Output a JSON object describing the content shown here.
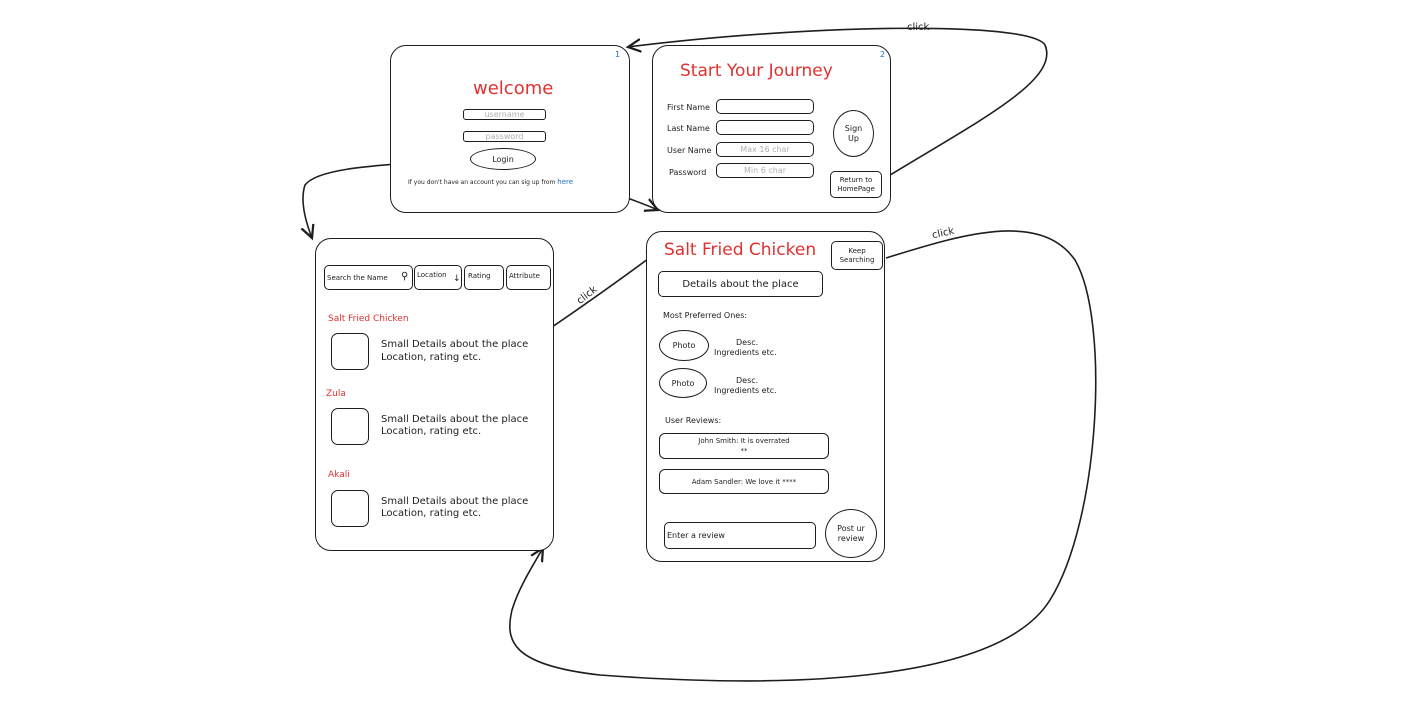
{
  "screens": {
    "login": {
      "number": "1",
      "title": "welcome",
      "username_placeholder": "username",
      "password_placeholder": "password",
      "login_button": "Login",
      "signup_prompt": "If you don't have an account you can sig up from",
      "signup_link": "here"
    },
    "signup": {
      "number": "2",
      "title": "Start Your Journey",
      "fields": [
        {
          "label": "First Name",
          "placeholder": ""
        },
        {
          "label": "Last Name",
          "placeholder": ""
        },
        {
          "label": "User Name",
          "placeholder": "Max 16 char"
        },
        {
          "label": "Password",
          "placeholder": "Min 6 char"
        }
      ],
      "signup_button": "Sign Up",
      "return_button": "Return to HomePage"
    },
    "search": {
      "filters": [
        "Search the Name",
        "Location",
        "Rating",
        "Attribute"
      ],
      "results": [
        {
          "name": "Salt Fried Chicken",
          "line1": "Small Details about the place",
          "line2": "Location, rating etc."
        },
        {
          "name": "Zula",
          "line1": "Small Details about the place",
          "line2": "Location, rating etc."
        },
        {
          "name": "Akali",
          "line1": "Small Details about the place",
          "line2": "Location, rating etc."
        }
      ]
    },
    "detail": {
      "title": "Salt Fried Chicken",
      "keep_searching": "Keep Searching",
      "details_box": "Details about the place",
      "preferred_heading": "Most Preferred Ones:",
      "dishes": [
        {
          "photo": "Photo",
          "desc1": "Desc.",
          "desc2": "Ingredients etc."
        },
        {
          "photo": "Photo",
          "desc1": "Desc.",
          "desc2": "Ingredients etc."
        }
      ],
      "reviews_heading": "User Reviews:",
      "reviews": [
        {
          "line1": "John Smith: It is overrated",
          "line2": "**"
        },
        {
          "line1": "Adam Sandler: We love it ****",
          "line2": ""
        }
      ],
      "review_input_placeholder": "Enter a review",
      "post_button": "Post ur review"
    }
  },
  "arrow_labels": {
    "signup_to_login": "click",
    "result_to_detail": "click",
    "detail_to_search": "click"
  },
  "colors": {
    "accent": "#e03131",
    "link": "#1971c2",
    "stroke": "#1e1e1e"
  }
}
